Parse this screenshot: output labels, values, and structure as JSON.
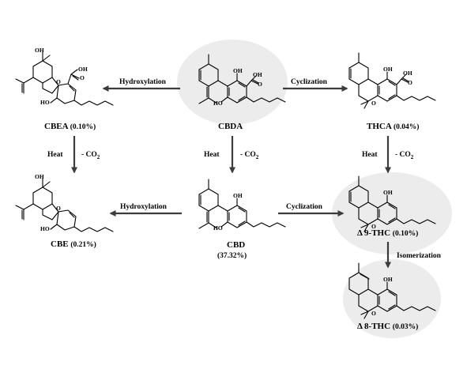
{
  "compounds": {
    "cbea": {
      "name": "CBEA",
      "pct": "(0.10%)"
    },
    "cbda": {
      "name": "CBDA"
    },
    "thca": {
      "name": "THCA",
      "pct": "(0.04%)"
    },
    "cbe": {
      "name": "CBE",
      "pct": "(0.21%)"
    },
    "cbd": {
      "name": "CBD",
      "pct": "(37.32%)"
    },
    "d9thc": {
      "name": "Δ 9-THC",
      "pct": "(0.10%)"
    },
    "d8thc": {
      "name": "Δ 8-THC",
      "pct": "(0.03%)"
    }
  },
  "reactions": {
    "hydroxylation_top": "Hydroxylation",
    "cyclization_top": "Cyclization",
    "hydroxylation_bottom": "Hydroxylation",
    "cyclization_bottom": "Cyclization",
    "isomerization": "Isomerization",
    "heat": "Heat",
    "decarboxylation": "- CO",
    "co2_subscript": "2"
  },
  "atoms": {
    "oh": "OH",
    "o": "O",
    "ho": "HO",
    "cooh": "OH",
    "carbonyl": "O"
  },
  "colors": {
    "highlight": "#ececec",
    "arrow": "#3c3c3c"
  }
}
